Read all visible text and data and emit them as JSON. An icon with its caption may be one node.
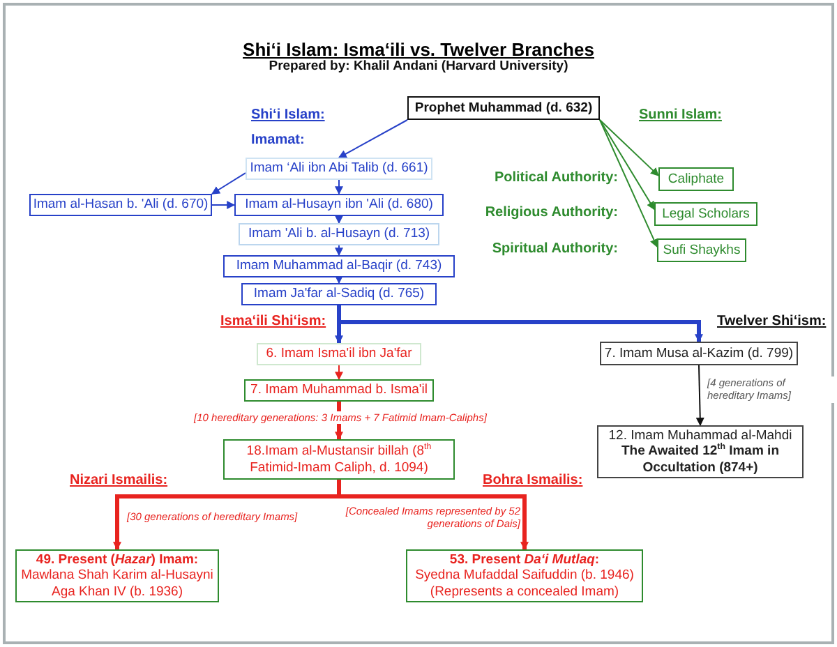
{
  "diagram": {
    "title": "Shi‘i Islam: Isma‘ili vs. Twelver Branches",
    "nodes": [
      {
        "text": [
          "Prophet Muhammad (d. 632)"
        ]
      },
      {
        "text": [
          "Imam ‘Ali ibn Abi Talib (d. 661)"
        ]
      },
      {
        "text": [
          "Imam al-Hasan b. 'Ali (d. 670)"
        ]
      },
      {
        "text": [
          "Imam al-Husayn ibn 'Ali (d. 680)"
        ]
      },
      {
        "text": [
          "Imam 'Ali b. al-Husayn (d. 713)"
        ]
      },
      {
        "text": [
          "Imam Muhammad al-Baqir (d. 743)"
        ]
      },
      {
        "text": [
          "Imam Ja'far al-Sadiq (d. 765)"
        ]
      },
      {
        "text": [
          "6. Imam Isma'il ibn Ja'far"
        ]
      },
      {
        "text": [
          "7. Imam Muhammad b. Isma'il"
        ]
      },
      {
        "text": [
          "18.Imam al-Mustansir billah (8$^{th}$ Fatimid-Imam Caliph, d. 1094)"
        ]
      },
      {
        "text": [
          "49. Present (*Hazar*) Imam:",
          "Mawlana Shah Karim al-Husayni Aga Khan IV (b. 1936)"
        ]
      },
      {
        "text": [
          "53. Present *Da‘i Mutlaq*:",
          "Syedna Mufaddal Saifuddin (b. 1946) (Represents a concealed Imam)"
        ]
      },
      {
        "text": [
          "7. Imam Musa al-Kazim (d. 799)"
        ]
      },
      {
        "text": [
          "12. Imam Muhammad al-Mahdi",
          "The Awaited 12$^{th}$ Imam in Occultation (874+)"
        ]
      },
      {
        "text": [
          "Caliphate"
        ]
      },
      {
        "text": [
          "Legal Scholars"
        ]
      },
      {
        "text": [
          "Sufi Shaykhs"
        ]
      }
    ],
    "edges": [
      {
        "from": 0,
        "to": 1,
        "arrow": "to"
      },
      {
        "from": 1,
        "to": 2,
        "arrow": "to"
      },
      {
        "from": 1,
        "to": 3,
        "arrow": "to"
      },
      {
        "from": 2,
        "to": 3,
        "arrow": "to"
      },
      {
        "from": 3,
        "to": 4,
        "arrow": "to"
      },
      {
        "from": 4,
        "to": 5,
        "arrow": "to"
      },
      {
        "from": 5,
        "to": 6,
        "arrow": "to"
      },
      {
        "from": 6,
        "to": 7,
        "arrow": "to",
        "style": "thick"
      },
      {
        "from": 6,
        "to": 12,
        "arrow": "to",
        "style": "thick"
      },
      {
        "from": 7,
        "to": 8,
        "arrow": "to",
        "color": "#e8231f"
      },
      {
        "from": 8,
        "to": 9,
        "arrow": "to",
        "style": "thick",
        "color": "#e8231f",
        "label": "[10 hereditary generations: 3 Imams + 7 Fatimid Imam-Caliphs]"
      },
      {
        "from": 9,
        "to": 10,
        "arrow": "to",
        "style": "thick",
        "color": "#e8231f",
        "label": "[30 generations of hereditary Imams]"
      },
      {
        "from": 9,
        "to": 11,
        "arrow": "to",
        "style": "thick",
        "color": "#e8231f",
        "label": "[Concealed Imams represented by 52 generations of Dais]"
      },
      {
        "from": 12,
        "to": 13,
        "arrow": "to",
        "color": "#111111",
        "label": "[4 generations of hereditary Imams]"
      },
      {
        "from": 0,
        "to": 14,
        "arrow": "to",
        "color": "#2e8b2e"
      },
      {
        "from": 0,
        "to": 15,
        "arrow": "to",
        "color": "#2e8b2e"
      },
      {
        "from": 0,
        "to": 16,
        "arrow": "to",
        "color": "#2e8b2e"
      }
    ],
    "labels": [
      "Prepared by: Khalil Andani (Harvard University)",
      "Shi‘i Islam:",
      "Imamat:",
      "Sunni Islam:",
      "Political Authority:",
      "Religious Authority:",
      "Spiritual Authority:",
      "Isma‘ili Shi‘ism:",
      "Twelver Shi‘ism:",
      "Nizari Ismailis:",
      "Bohra Ismailis:"
    ]
  }
}
